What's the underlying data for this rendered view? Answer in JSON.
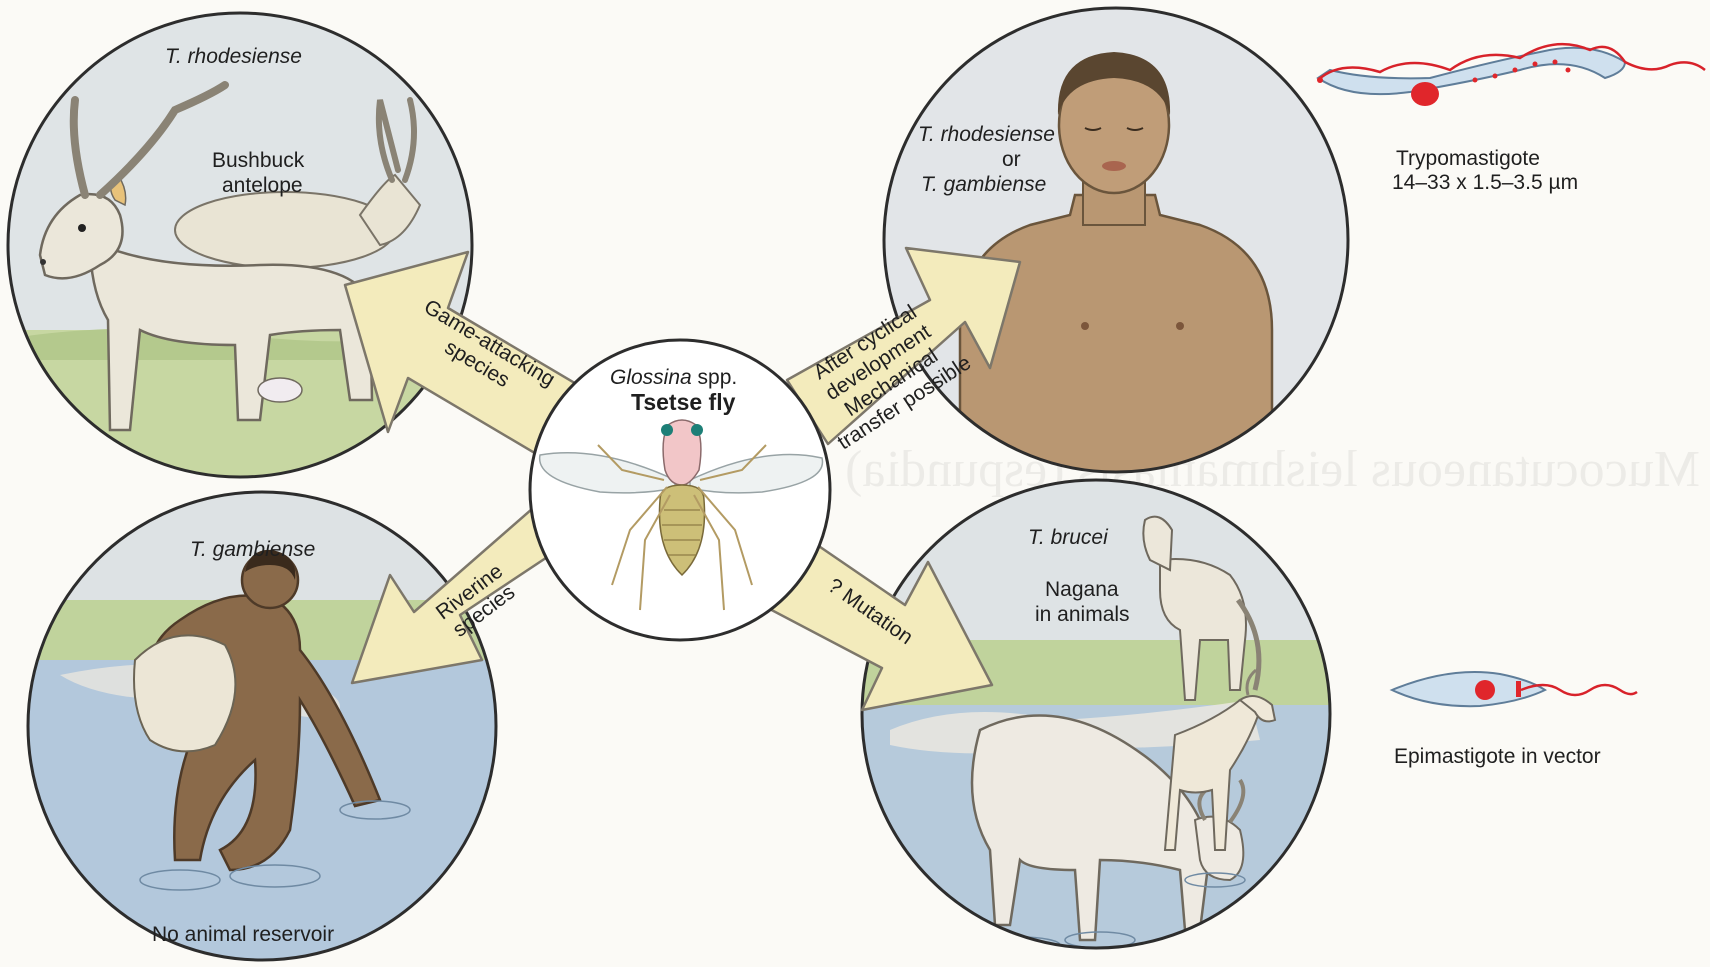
{
  "circles": {
    "top_left": {
      "species": "T. rhodesiense",
      "host": [
        "Bushbuck",
        "antelope"
      ]
    },
    "top_right": {
      "species_line1": "T. rhodesiense",
      "species_or": "or",
      "species_line2": "T. gambiense"
    },
    "bottom_left": {
      "species": "T. gambiense",
      "caption": "No animal reservoir"
    },
    "bottom_right": {
      "species": "T. brucei",
      "host": [
        "Nagana",
        "in animals"
      ]
    }
  },
  "center": {
    "genus": "Glossina",
    "genus_suffix": " spp.",
    "common_name": "Tsetse fly"
  },
  "arrows": {
    "game": [
      "Game-attacking",
      "species"
    ],
    "cyclical": [
      "After cyclical",
      "development",
      "Mechanical",
      "transfer possible"
    ],
    "riverine": [
      "Riverine",
      "species"
    ],
    "mutation": "? Mutation"
  },
  "stages": {
    "trypomastigote": {
      "name": "Trypomastigote",
      "size": "14–33 x 1.5–3.5 µm"
    },
    "epimastigote": {
      "name": "Epimastigote in vector"
    }
  },
  "colors": {
    "arrow_fill": "#f3ebbc",
    "arrow_stroke": "#7d776a",
    "sky": "#d9dfe5",
    "grass": "#bccf98",
    "water": "#a8bfd6",
    "skin": "#b08d66",
    "parasite_body": "#cfe0ee",
    "flagellum": "#d8222a",
    "nucleus": "#e0262b"
  },
  "watermark": "Mucocutaneous leishmaniasis (espundia)"
}
